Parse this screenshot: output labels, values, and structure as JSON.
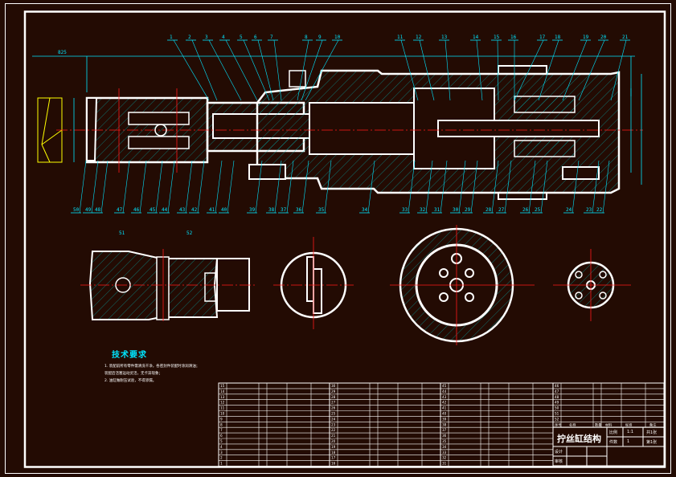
{
  "drawing": {
    "title": "拧丝缸结构",
    "scale_label": "比例",
    "scale_value": "1:1",
    "quantity_label": "件数",
    "quantity_value": "1",
    "sheet_total": "共1张",
    "sheet_index": "第1张",
    "designer_label": "设计",
    "reviewer_label": "审核",
    "overall_dimension": "825",
    "colors": {
      "background": "#230b03",
      "outline": "#ffffff",
      "leader": "#00e5ff",
      "centerline": "#ff1a1a",
      "hatch": "#00b3b3",
      "external": "#ffff00",
      "hidden": "#1fa31f"
    }
  },
  "technical_requirements": {
    "heading": "技术要求",
    "items": [
      "1. 装配前所有零件需清洗干净，各密封件装配时涂润滑油；",
      "   装配后活塞运动灵活，无卡滞现象；",
      "2. 油缸做耐压试验，不得渗漏。"
    ]
  },
  "balloons_top": [
    "1",
    "2",
    "3",
    "4",
    "5",
    "6",
    "7",
    "8",
    "9",
    "10",
    "11",
    "12",
    "13",
    "14",
    "15",
    "16",
    "17",
    "18",
    "19",
    "20",
    "21"
  ],
  "balloons_bottom": [
    "50",
    "49",
    "48",
    "47",
    "46",
    "45",
    "44",
    "43",
    "42",
    "41",
    "40",
    "39",
    "38",
    "37",
    "36",
    "35",
    "34",
    "33",
    "32",
    "31",
    "30",
    "29",
    "28",
    "27",
    "26",
    "25",
    "24",
    "23",
    "22"
  ],
  "section_labels": [
    "51",
    "52"
  ],
  "parts_table": {
    "headers": [
      "序号",
      "名称",
      "数量",
      "材料",
      "标准",
      "备注"
    ],
    "columns": [
      {
        "rows": [
          "1",
          "2",
          "3",
          "4",
          "5",
          "6",
          "7",
          "8",
          "9",
          "10",
          "11",
          "12",
          "13",
          "14",
          "15"
        ]
      },
      {
        "rows": [
          "16",
          "17",
          "18",
          "19",
          "20",
          "21",
          "22",
          "23",
          "24",
          "25",
          "26",
          "27",
          "28",
          "29",
          "30"
        ]
      },
      {
        "rows": [
          "31",
          "32",
          "33",
          "34",
          "35",
          "36",
          "37",
          "38",
          "39",
          "40",
          "41",
          "42",
          "43",
          "44",
          "45"
        ]
      },
      {
        "rows": [
          "46",
          "47",
          "48",
          "49",
          "50",
          "51",
          "52"
        ]
      }
    ]
  }
}
